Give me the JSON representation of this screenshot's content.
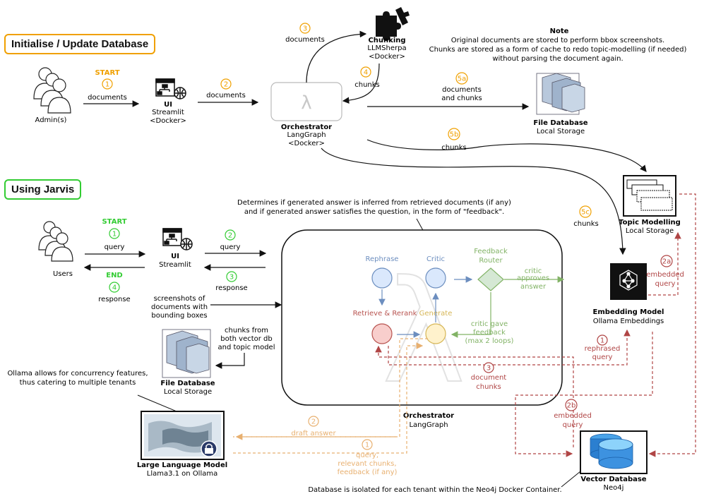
{
  "sections": {
    "init": "Initialise / Update Database",
    "jarvis": "Using Jarvis"
  },
  "note": {
    "title": "Note",
    "line1": "Original documents are stored to perform bbox screenshots.",
    "line2": "Chunks are stored as a form of cache to redo topic-modelling (if needed)",
    "line3": "without parsing the document again."
  },
  "init": {
    "admin": "Admin(s)",
    "start": "START",
    "step1_num": "1",
    "step1_label": "documents",
    "ui_title": "UI",
    "ui_sub": "Streamlit",
    "ui_docker": "<Docker>",
    "step2_num": "2",
    "step2_label": "documents",
    "orch_title": "Orchestrator",
    "orch_sub": "LangGraph",
    "orch_docker": "<Docker>",
    "step3_num": "3",
    "step3_label": "documents",
    "chunk_title": "Chunking",
    "chunk_sub": "LLMSherpa",
    "chunk_docker": "<Docker>",
    "step4_num": "4",
    "step4_label": "chunks",
    "step5a_num": "5a",
    "step5a_l1": "documents",
    "step5a_l2": "and chunks",
    "filedb_title": "File Database",
    "filedb_sub": "Local Storage",
    "step5b_num": "5b",
    "step5b_label": "chunks",
    "step5c_num": "5c",
    "step5c_label": "chunks"
  },
  "jarvis": {
    "users": "Users",
    "start": "START",
    "q_num": "1",
    "q_label": "query",
    "end": "END",
    "r_num": "4",
    "r_label": "response",
    "ui_title": "UI",
    "ui_sub": "Streamlit",
    "q2_num": "2",
    "q2_label": "query",
    "r3_num": "3",
    "r3_label": "response",
    "screens_l1": "screenshots of",
    "screens_l2": "documents with",
    "screens_l3": "bounding boxes",
    "chunks_l1": "chunks from",
    "chunks_l2": "both vector db",
    "chunks_l3": "and topic model",
    "filedb_title": "File Database",
    "filedb_sub": "Local Storage",
    "ollama_l1": "Ollama allows for concurrency features,",
    "ollama_l2": "thus catering to multiple tenants",
    "llm_title": "Large Language Model",
    "llm_sub": "Llama3.1 on Ollama",
    "determines_l1": "Determines if generated answer is inferred from retrieved documents (if any)",
    "determines_l2": "and if generated answer satisfies the question, in the form of \"feedback\".",
    "rephrase": "Rephrase",
    "critic": "Critic",
    "feedback_router_l1": "Feedback",
    "feedback_router_l2": "Router",
    "retrieve": "Retrieve & Rerank",
    "generate": "Generate",
    "critic_approves_l1": "critic",
    "critic_approves_l2": "approves",
    "critic_approves_l3": "answer",
    "critic_gave_l1": "critic gave",
    "critic_gave_l2": "feedback",
    "critic_gave_l3": "(max 2 loops)",
    "orch_title": "Orchestrator",
    "orch_sub": "LangGraph",
    "topic_title": "Topic Modelling",
    "topic_sub": "Local Storage",
    "emb_title": "Embedding Model",
    "emb_sub": "Ollama Embeddings",
    "s2a_num": "2a",
    "s2a_l1": "embedded",
    "s2a_l2": "query",
    "s1r_num": "1",
    "s1r_l1": "rephrased",
    "s1r_l2": "query",
    "s3_num": "3",
    "s3_l1": "document",
    "s3_l2": "chunks",
    "s2b_num": "2b",
    "s2b_l1": "embedded",
    "s2b_l2": "query",
    "draft_num": "2",
    "draft_label": "draft answer",
    "qrc_num": "1",
    "qrc_l1": "query,",
    "qrc_l2": "relevant chunks,",
    "qrc_l3": "feedback (if any)",
    "vector_title": "Vector Database",
    "vector_sub": "Neo4j",
    "isolated": "Database is isolated for each tenant within the Neo4j Docker Container."
  },
  "colors": {
    "orange": "#f0a000",
    "green": "#33cc33",
    "red": "#b04545",
    "blue_node": "#dae8fc",
    "blue_stroke": "#6c8ebf",
    "red_node": "#f8cecc",
    "red_stroke": "#b85450",
    "yellow_node": "#fff2cc",
    "yellow_stroke": "#d6b656",
    "green_node": "#d5e8d4",
    "green_stroke": "#82b366",
    "dashed_orange": "#e8b070"
  },
  "icons": [
    "people-icon",
    "sitemap-globe-icon",
    "puzzle-icon",
    "lambda-icon",
    "database-servers-icon",
    "stacked-windows-icon",
    "neural-network-icon",
    "cylinder-database-icon",
    "llm-lock-icon"
  ]
}
